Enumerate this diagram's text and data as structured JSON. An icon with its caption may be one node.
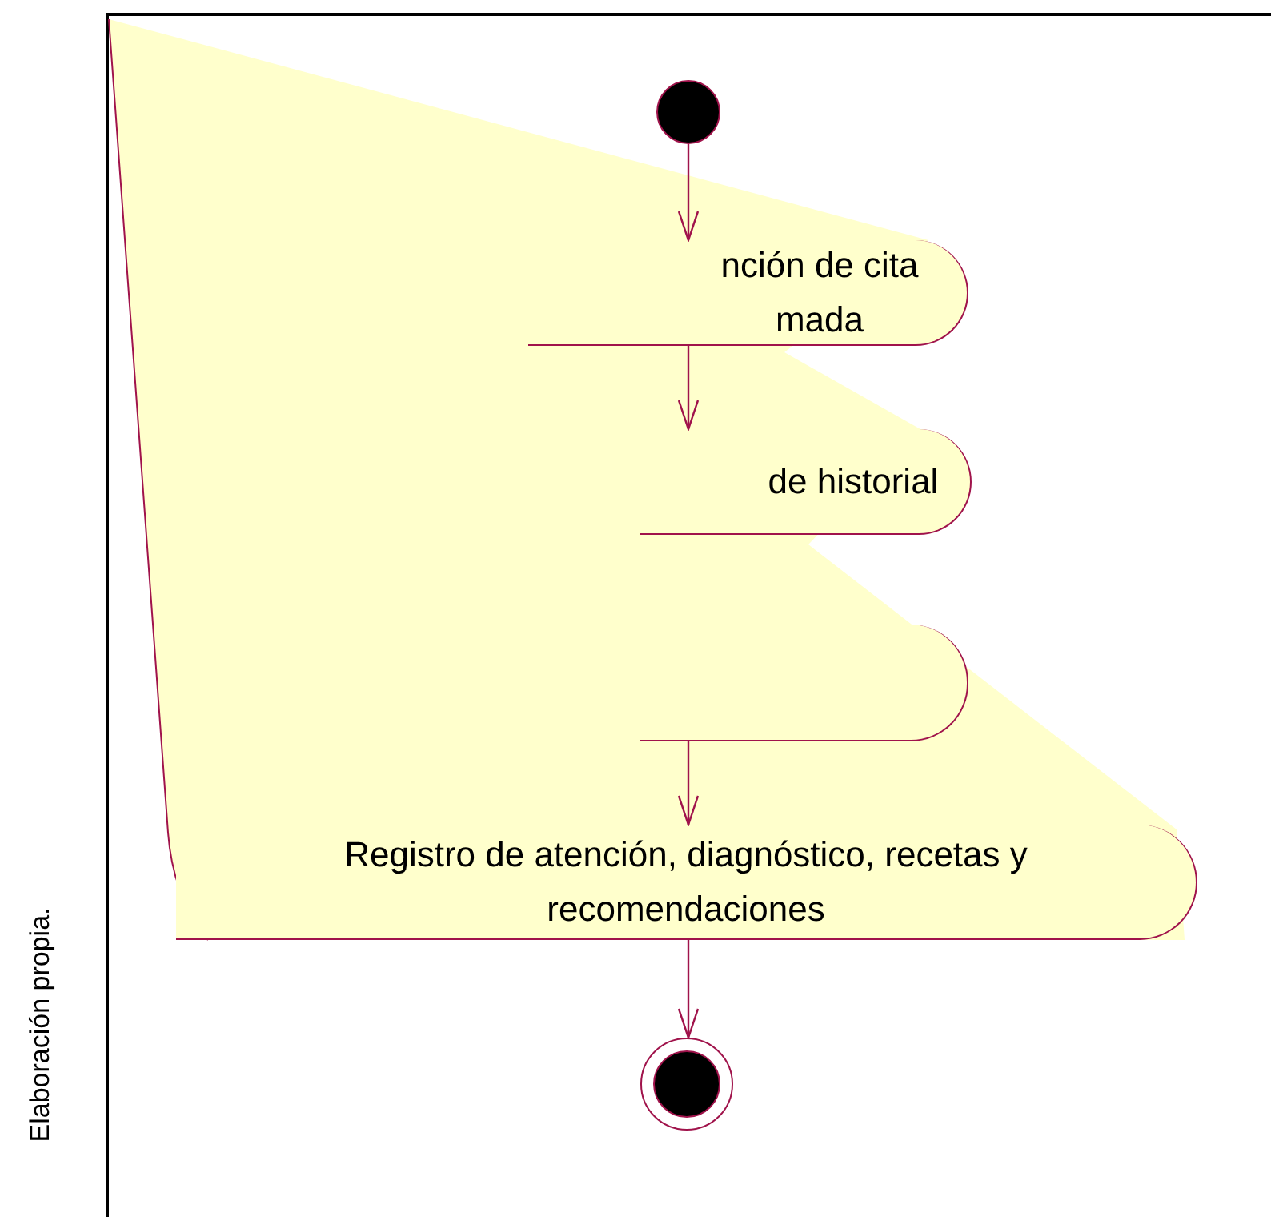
{
  "diagram": {
    "nodes": [
      {
        "text": [],
        "shape": "circle"
      },
      {
        "text": [
          "nción de cita mada"
        ]
      },
      {
        "text": [
          "de historial"
        ]
      },
      {
        "text": [],
        "shape": "box"
      },
      {
        "text": [
          "Registro de atención, diagnóstico, recetas y recomendaciones"
        ]
      },
      {
        "text": [],
        "shape": "ring"
      }
    ],
    "edges": [
      {
        "from": 0,
        "to": 1,
        "arrow": "to"
      },
      {
        "from": 1,
        "to": 2,
        "arrow": "to"
      },
      {
        "from": 3,
        "to": 4,
        "arrow": "to"
      },
      {
        "from": 4,
        "to": 5,
        "arrow": "to"
      }
    ],
    "labels": [
      "Elaboración propia."
    ]
  }
}
